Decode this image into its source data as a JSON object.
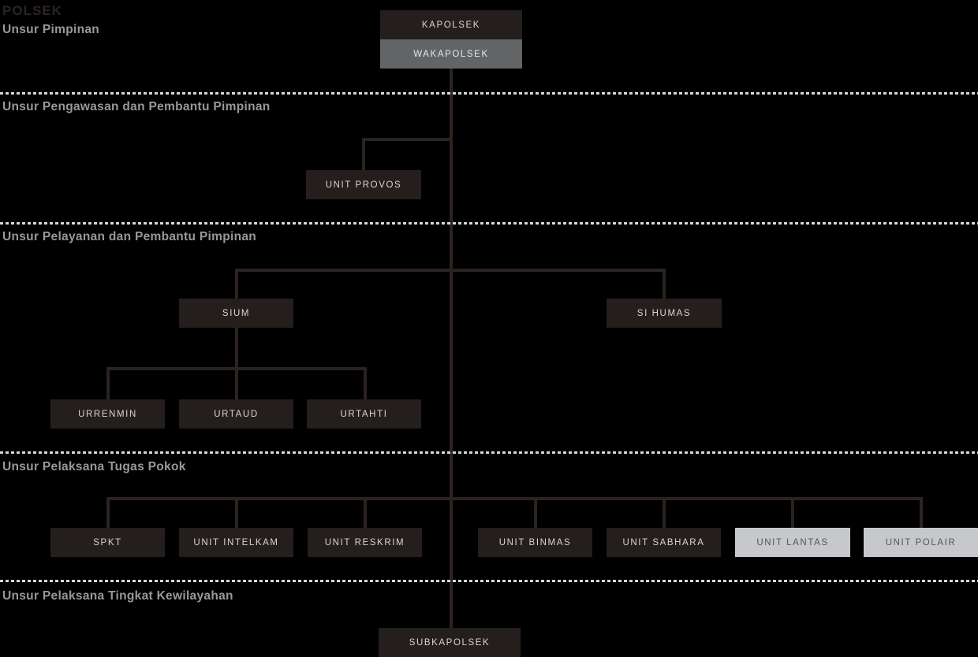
{
  "title": "POLSEK",
  "sections": {
    "pimpinan": "Unsur Pimpinan",
    "pengawasan": "Unsur Pengawasan dan Pembantu Pimpinan",
    "pelayanan": "Unsur Pelayanan dan Pembantu Pimpinan",
    "pelaksana_pokok": "Unsur Pelaksana Tugas Pokok",
    "kewilayahan": "Unsur Pelaksana Tingkat Kewilayahan"
  },
  "nodes": {
    "kapolsek": "KAPOLSEK",
    "wakapolsek": "WAKAPOLSEK",
    "unit_provos": "UNIT PROVOS",
    "sium": "SIUM",
    "si_humas": "SI HUMAS",
    "urrenmin": "URRENMIN",
    "urtaud": "URTAUD",
    "urtahti": "URTAHTI",
    "spkt": "SPKT",
    "unit_intelkam": "UNIT INTELKAM",
    "unit_reskrim": "UNIT RESKRIM",
    "unit_binmas": "UNIT BINMAS",
    "unit_sabhara": "UNIT SABHARA",
    "unit_lantas": "UNIT LANTAS",
    "unit_polair": "UNIT POLAIR",
    "subkapolsek": "SUBKAPOLSEK"
  },
  "colors": {
    "background": "#000000",
    "node_dark": "#241f1d",
    "node_gray": "#636466",
    "node_light": "#c7c8ca",
    "line": "#2b2320",
    "divider": "#d7d8d9",
    "heading": "#97999c",
    "title": "#2a2422",
    "node_text_light": "#d8d5d3",
    "node_text_gray": "#e6e6e6",
    "node_text_dark": "#54565a"
  }
}
